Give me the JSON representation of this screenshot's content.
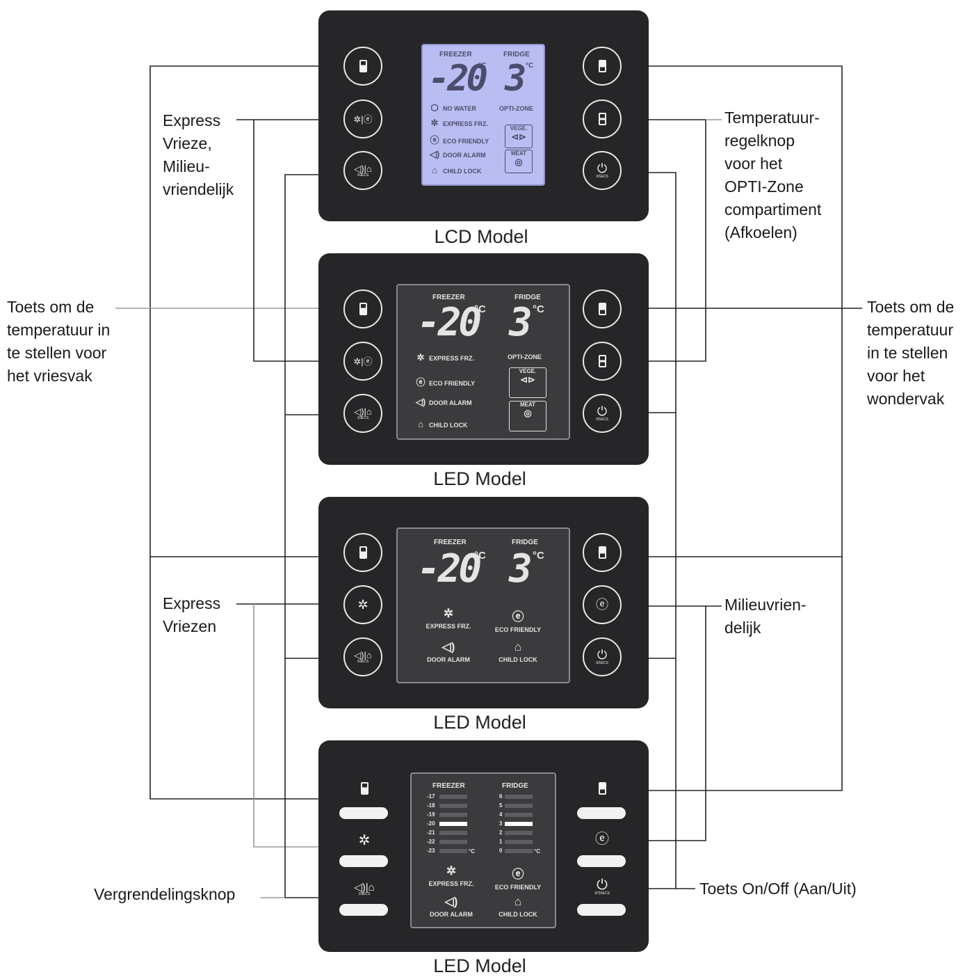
{
  "labels": {
    "express_freeze_eco": [
      "Express",
      "Vrieze,",
      "Milieu-",
      "vriendelijk"
    ],
    "opti_zone": [
      "Temperatuur-",
      "regelknop",
      "voor het",
      "OPTI-Zone",
      "compartiment",
      "(Afkoelen)"
    ],
    "freezer_temp": [
      "Toets om de",
      "temperatuur in",
      "te stellen voor",
      "het vriesvak"
    ],
    "fridge_temp": [
      "Toets om de",
      "temperatuur",
      "in te stellen",
      "voor het",
      "wondervak"
    ],
    "express_freezing": [
      "Express",
      "Vriezen"
    ],
    "eco": [
      "Milieuvrien-",
      "delijk"
    ],
    "lock": "Vergrendelingsknop",
    "power": "Toets On/Off (Aan/Uit)"
  },
  "models": [
    "LCD Model",
    "LED Model",
    "LED Model",
    "LED Model"
  ],
  "display": {
    "freezer": "FREEZER",
    "fridge": "FRIDGE",
    "freezer_temp": "-20",
    "fridge_temp": "3",
    "unit": "°C",
    "no_water": "NO WATER",
    "opti_zone": "OPTI-ZONE",
    "express_frz": "EXPRESS FRZ.",
    "eco_friendly": "ECO FRIENDLY",
    "door_alarm": "DOOR ALARM",
    "child_lock": "CHILD LOCK",
    "vege": "VEGE.",
    "meat": "MEAT",
    "freezer_scale": [
      "-17",
      "-18",
      "-19",
      "-20",
      "-21",
      "-22",
      "-23"
    ],
    "fridge_scale": [
      "6",
      "5",
      "4",
      "3",
      "2",
      "1",
      "0"
    ],
    "freezer_selected": "-20",
    "fridge_selected": "3",
    "bar_unit": "°C"
  },
  "buttons": {
    "secs3": "3SECS",
    "secs_power": "3/SECS",
    "secs_power4": "3/7|SECS"
  },
  "colors": {
    "panel": "#262628",
    "lcd_screen": "#b9bdf2",
    "led_screen": "#3b3b3e"
  }
}
